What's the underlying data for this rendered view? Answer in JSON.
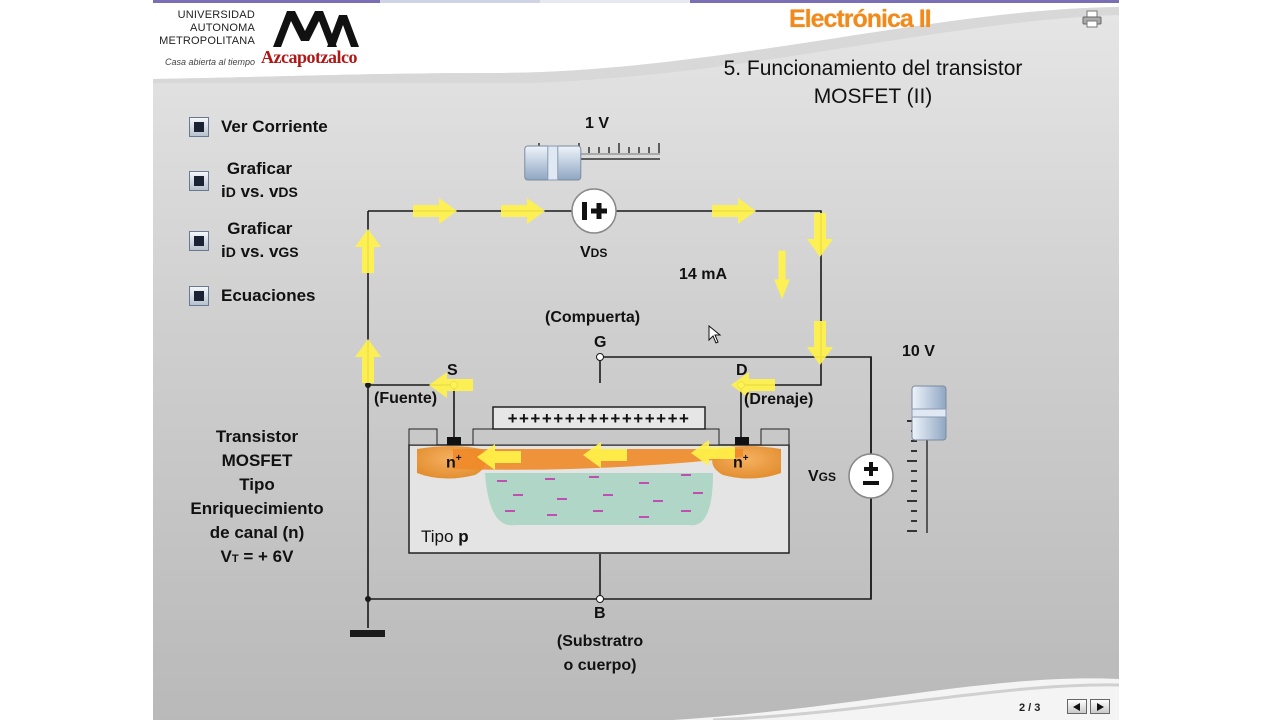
{
  "header": {
    "university_lines": [
      "UNIVERSIDAD",
      "AUTONOMA",
      "METROPOLITANA"
    ],
    "campus": "Azcapotzalco",
    "tagline": "Casa abierta al tiempo",
    "course_title": "Electrónica II",
    "print_icon": "printer-icon"
  },
  "slide": {
    "title_line1": "5. Funcionamiento del transistor",
    "title_line2": "MOSFET (II)"
  },
  "menu": [
    {
      "label": "Ver Corriente"
    },
    {
      "label": "Graficar",
      "sub": "i",
      "sub_idx": "D",
      "sub_mid": " vs. v",
      "sub_idx2": "DS"
    },
    {
      "label": "Graficar",
      "sub": "i",
      "sub_idx": "D",
      "sub_mid": " vs. v",
      "sub_idx2": "GS"
    },
    {
      "label": "Ecuaciones"
    }
  ],
  "circuit": {
    "vds_value": "1 V",
    "vds_label": "V",
    "vds_sub": "DS",
    "vds_level": 0.1,
    "current": "14 mA",
    "gate_name": "(Compuerta)",
    "gate": "G",
    "source": "S",
    "source_name": "(Fuente)",
    "drain": "D",
    "drain_name": "(Drenaje)",
    "vgs_value": "10 V",
    "vgs_label": "V",
    "vgs_sub": "GS",
    "vgs_level": 1.0,
    "gate_charge": "++++++++++++++++",
    "n_plus": "n",
    "n_plus_sup": "+",
    "substrate_type": "Tipo",
    "substrate_type_bold": "p",
    "body": "B",
    "body_name_1": "(Substratro",
    "body_name_2": "o cuerpo)"
  },
  "description": {
    "lines": [
      "Transistor",
      "MOSFET",
      "Tipo",
      "Enriquecimiento",
      "de canal (n)"
    ],
    "vt_prefix": "V",
    "vt_sub": "T",
    "vt_value": " = + 6V"
  },
  "footer": {
    "page": "2 / 3",
    "prev_icon": "arrow-left-icon",
    "next_icon": "arrow-right-icon"
  },
  "colors": {
    "course": "#f08a1c",
    "arrow": "#fff24a",
    "n_region": "#f0a040",
    "channel": "#f08a28",
    "depletion": "#a9d4c2",
    "electron": "#c050b0"
  }
}
